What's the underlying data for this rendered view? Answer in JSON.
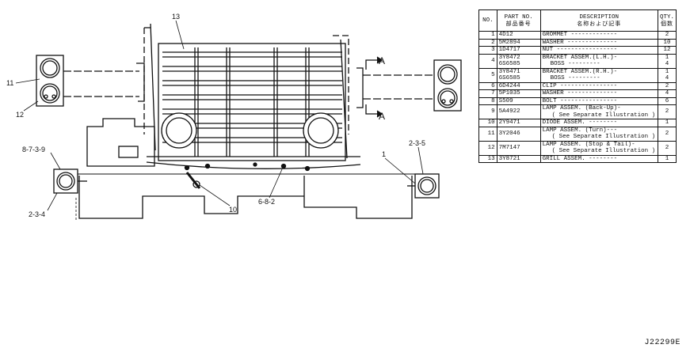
{
  "table": {
    "headers": {
      "no": "NO.",
      "part_no": "PART NO.",
      "part_no_jp": "部品番号",
      "description": "DESCRIPTION",
      "description_jp": "名称および記事",
      "qty": "QTY.",
      "qty_jp": "個数"
    },
    "rows": [
      {
        "no": "1",
        "part_nos": [
          "4D12"
        ],
        "desc": [
          "GROMMET -------------"
        ],
        "qty": [
          "2"
        ]
      },
      {
        "no": "2",
        "part_nos": [
          "5M2894"
        ],
        "desc": [
          "WASHER --------------"
        ],
        "qty": [
          "10"
        ]
      },
      {
        "no": "3",
        "part_nos": [
          "1D4717"
        ],
        "desc": [
          "NUT -----------------"
        ],
        "qty": [
          "12"
        ]
      },
      {
        "no": "4",
        "part_nos": [
          "3Y8472",
          "6S6585"
        ],
        "desc": [
          "BRACKET ASSEM.(L.H.)-",
          "BOSS ---------"
        ],
        "qty": [
          "1",
          "4"
        ]
      },
      {
        "no": "5",
        "part_nos": [
          "3Y8471",
          "6S6585"
        ],
        "desc": [
          "BRACKET ASSEM.(R.H.)-",
          "BOSS ---------"
        ],
        "qty": [
          "1",
          "4"
        ]
      },
      {
        "no": "6",
        "part_nos": [
          "6D4244"
        ],
        "desc": [
          "CLIP ----------------"
        ],
        "qty": [
          "2"
        ]
      },
      {
        "no": "7",
        "part_nos": [
          "5P1035"
        ],
        "desc": [
          "WASHER --------------"
        ],
        "qty": [
          "4"
        ]
      },
      {
        "no": "8",
        "part_nos": [
          "S509"
        ],
        "desc": [
          "BOLT ----------------"
        ],
        "qty": [
          "6"
        ]
      },
      {
        "no": "9",
        "part_nos": [
          "5A4922"
        ],
        "desc": [
          "LAMP ASSEM. (Back-Up)-",
          "( See Separate Illustration )"
        ],
        "qty": [
          "2"
        ]
      },
      {
        "no": "10",
        "part_nos": [
          "2Y9471"
        ],
        "desc": [
          "DIODE ASSEM. --------"
        ],
        "qty": [
          "1"
        ]
      },
      {
        "no": "11",
        "part_nos": [
          "3Y2046"
        ],
        "desc": [
          "LAMP ASSEM. (Turn)---",
          "( See Separate Illustration )"
        ],
        "qty": [
          "2"
        ]
      },
      {
        "no": "12",
        "part_nos": [
          "7M7147"
        ],
        "desc": [
          "LAMP ASSEM. (Stop & Tail)-",
          "( See Separate Illustration )"
        ],
        "qty": [
          "2"
        ]
      },
      {
        "no": "13",
        "part_nos": [
          "3Y8721"
        ],
        "desc": [
          "GRILL ASSEM. --------"
        ],
        "qty": [
          "1"
        ]
      }
    ]
  },
  "callouts": {
    "c13": "13",
    "c11": "11",
    "c12": "12",
    "c873": "8-7-3-9",
    "c234": "2-3-4",
    "c10": "10",
    "c682": "6-8-2",
    "c1": "1",
    "c235": "2-3-5",
    "cA1": "A",
    "cA2": "A"
  },
  "drawing_number": "J22299E"
}
